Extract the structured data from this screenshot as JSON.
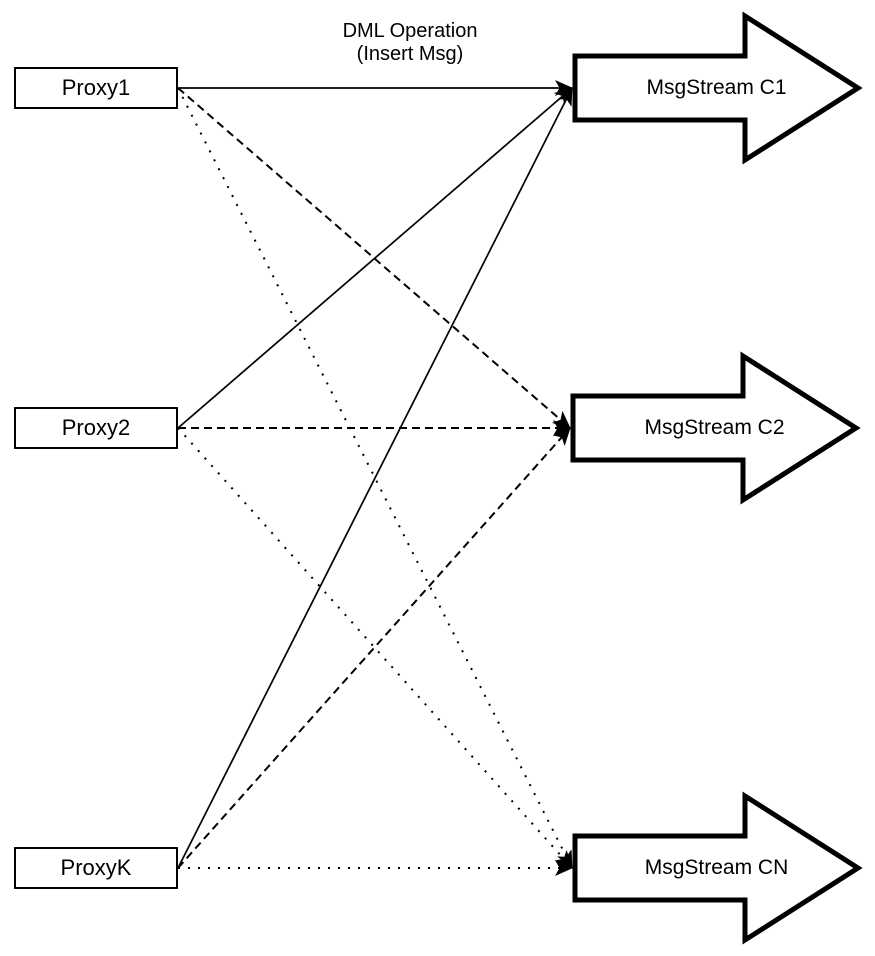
{
  "title": {
    "line1": "DML Operation",
    "line2": "(Insert Msg)"
  },
  "proxies": [
    {
      "id": "P1",
      "label": "Proxy1"
    },
    {
      "id": "P2",
      "label": "Proxy2"
    },
    {
      "id": "PK",
      "label": "ProxyK"
    }
  ],
  "streams": [
    {
      "id": "C1",
      "label": "MsgStream C1"
    },
    {
      "id": "C2",
      "label": "MsgStream C2"
    },
    {
      "id": "CN",
      "label": "MsgStream CN"
    }
  ],
  "edges": [
    {
      "from": "P1",
      "to": "C1",
      "style": "solid"
    },
    {
      "from": "P1",
      "to": "C2",
      "style": "dashed"
    },
    {
      "from": "P1",
      "to": "CN",
      "style": "dotted"
    },
    {
      "from": "P2",
      "to": "C1",
      "style": "solid"
    },
    {
      "from": "P2",
      "to": "C2",
      "style": "dashed"
    },
    {
      "from": "P2",
      "to": "CN",
      "style": "dotted"
    },
    {
      "from": "PK",
      "to": "C1",
      "style": "solid"
    },
    {
      "from": "PK",
      "to": "C2",
      "style": "dashed"
    },
    {
      "from": "PK",
      "to": "CN",
      "style": "dotted"
    }
  ],
  "colors": {
    "line": "#000000",
    "shape_fill": "#ffffff",
    "background": "#ffffff"
  }
}
